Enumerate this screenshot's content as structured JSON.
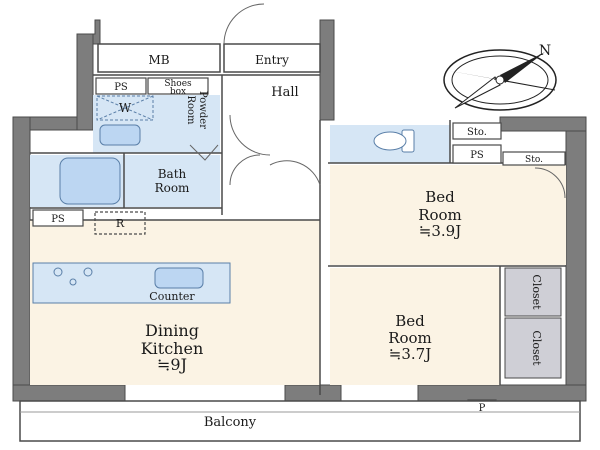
{
  "colors": {
    "wall": "#7d7d7d",
    "wall_edge": "#4a4a4a",
    "floor_wood": "#fbf3e4",
    "floor_wet": "#d6e6f5",
    "floor_corridor": "#ffffff",
    "fixture_blue": "#bcd6f2",
    "fixture_stroke": "#5a7fa8",
    "closet_fill": "#cfcfd6",
    "balcony_fill": "#ffffff",
    "compass_line": "#222222"
  },
  "labels": {
    "mb": "MB",
    "entry": "Entry",
    "hall": "Hall",
    "ps1": "PS",
    "shoes_box_l1": "Shoes",
    "shoes_box_l2": "box",
    "washer": "W",
    "powder_l1": "Powder",
    "powder_l2": "Room",
    "bath_l1": "Bath",
    "bath_l2": "Room",
    "ps2": "PS",
    "refrigerator": "R",
    "counter": "Counter",
    "dining_l1": "Dining",
    "dining_l2": "Kitchen",
    "dining_size": "≒9J",
    "bed1_l1": "Bed",
    "bed1_l2": "Room",
    "bed1_size": "≒3.9J",
    "bed2_l1": "Bed",
    "bed2_l2": "Room",
    "bed2_size": "≒3.7J",
    "sto1": "Sto.",
    "sto2": "Sto.",
    "ps3": "PS",
    "closet1": "Closet",
    "closet2": "Closet",
    "balcony": "Balcony",
    "p": "P",
    "compass_n": "N"
  },
  "icons": [
    "compass-rose-icon",
    "washer-icon",
    "toilet-icon",
    "bathtub-icon",
    "sink-icon",
    "stove-icon",
    "door-swing-icon"
  ]
}
